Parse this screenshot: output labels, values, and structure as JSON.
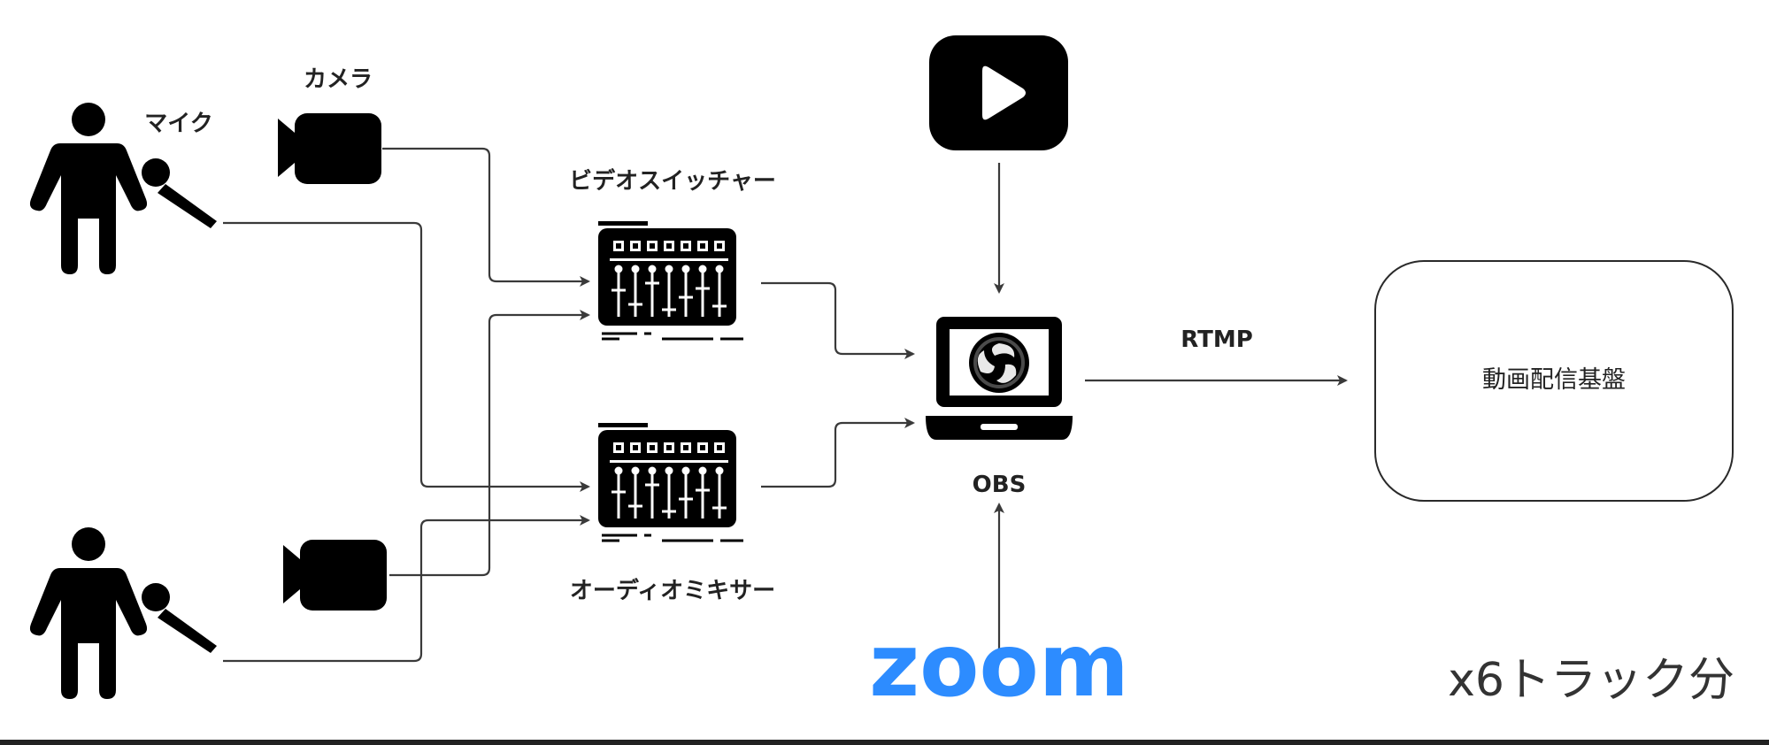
{
  "labels": {
    "mic": "マイク",
    "camera": "カメラ",
    "video_switcher": "ビデオスイッチャー",
    "audio_mixer": "オーディオミキサー",
    "obs": "OBS",
    "rtmp": "RTMP",
    "platform": "動画配信基盤",
    "zoom": "zoom",
    "tracks": "x6トラック分"
  },
  "icons": {
    "person": "person-icon",
    "microphone": "microphone-icon",
    "camera": "video-camera-icon",
    "mixer": "mixer-console-icon",
    "laptop": "laptop-icon",
    "obs_logo": "obs-logo-icon",
    "play": "play-button-icon"
  },
  "colors": {
    "ink": "#000000",
    "line": "#3a3a3a",
    "zoom_blue": "#2d8cff"
  }
}
